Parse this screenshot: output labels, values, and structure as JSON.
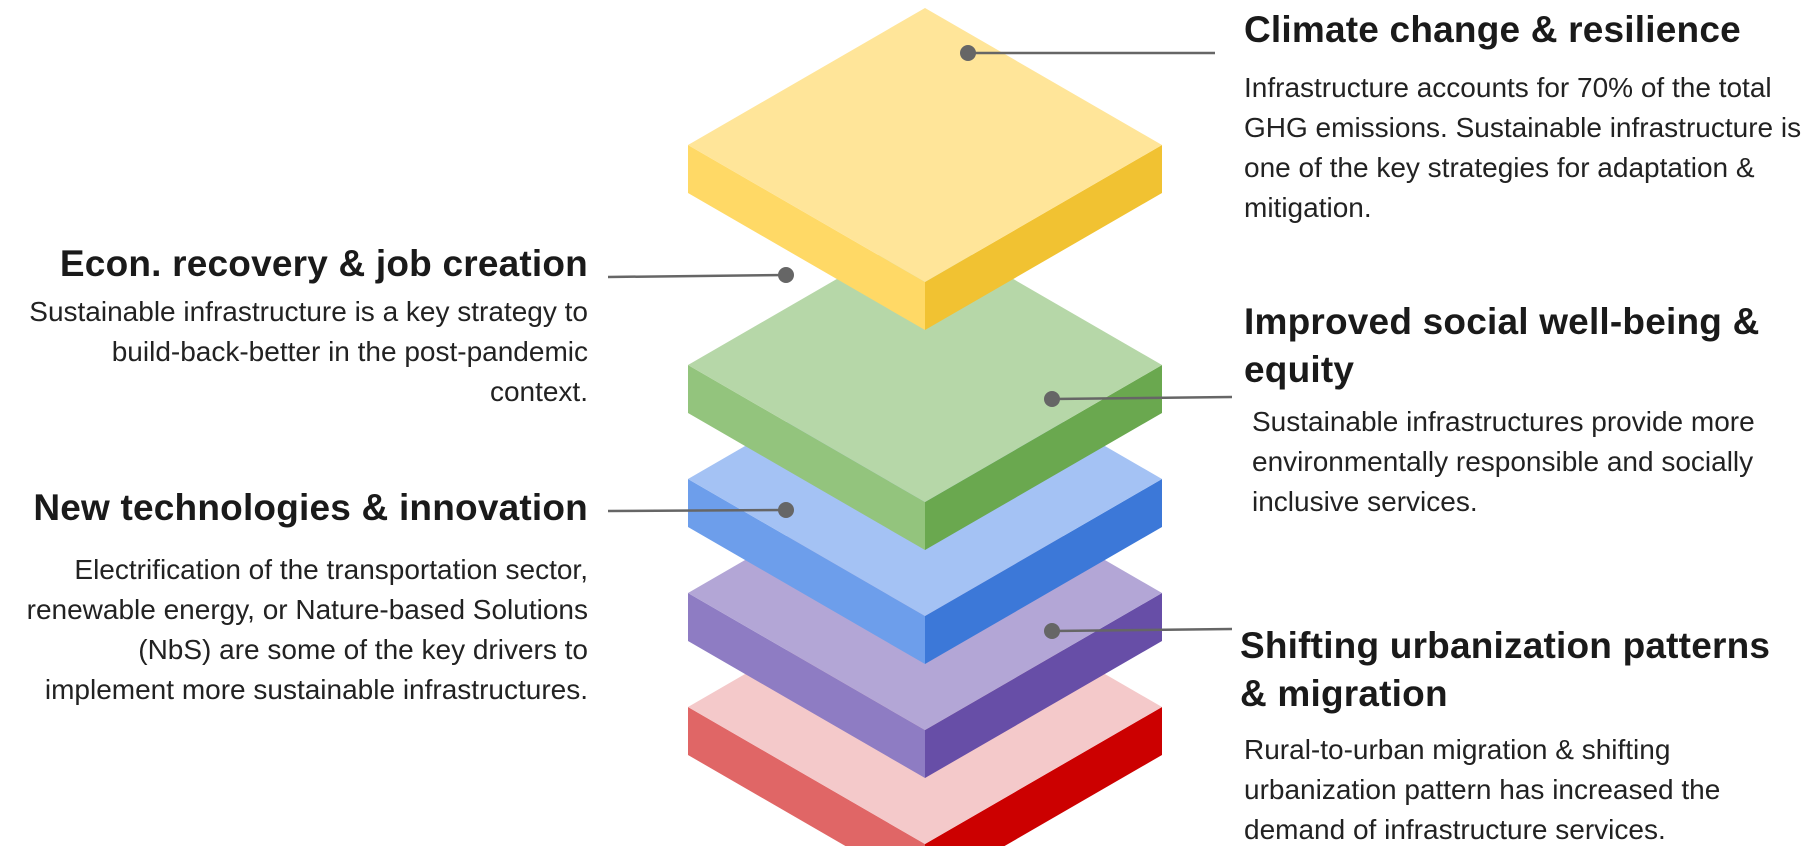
{
  "layers": [
    {
      "id": "red",
      "top": "#f4c9ca",
      "left": "#e06666",
      "right": "#cc0000"
    },
    {
      "id": "purple",
      "top": "#b3a6d6",
      "left": "#8e7cc3",
      "right": "#674ea7"
    },
    {
      "id": "blue",
      "top": "#a4c2f4",
      "left": "#6d9eeb",
      "right": "#3c78d8"
    },
    {
      "id": "green",
      "top": "#b6d7a8",
      "left": "#93c47d",
      "right": "#6aa84f"
    },
    {
      "id": "yellow",
      "top": "#ffe599",
      "left": "#ffd966",
      "right": "#f1c232"
    }
  ],
  "connector_color": "#666666",
  "climate": {
    "title": "Climate change & resilience",
    "text": "Infrastructure accounts for 70% of the total GHG emissions. Sustainable infrastructure is one of the key strategies for adaptation & mitigation."
  },
  "econ": {
    "title": "Econ. recovery & job creation",
    "text": "Sustainable infrastructure is a key strategy to  build-back-better in the post-pandemic context."
  },
  "social": {
    "title": "Improved social well-being & equity",
    "text": "Sustainable infrastructures provide more environmentally responsible and socially inclusive services."
  },
  "tech": {
    "title": "New technologies & innovation",
    "text": "Electrification of the transportation sector, renewable energy, or Nature-based Solutions (NbS) are some of the key drivers to implement more sustainable infrastructures."
  },
  "urban": {
    "title": "Shifting urbanization patterns & migration",
    "text": "Rural-to-urban migration & shifting urbanization pattern has increased the demand of infrastructure services."
  }
}
